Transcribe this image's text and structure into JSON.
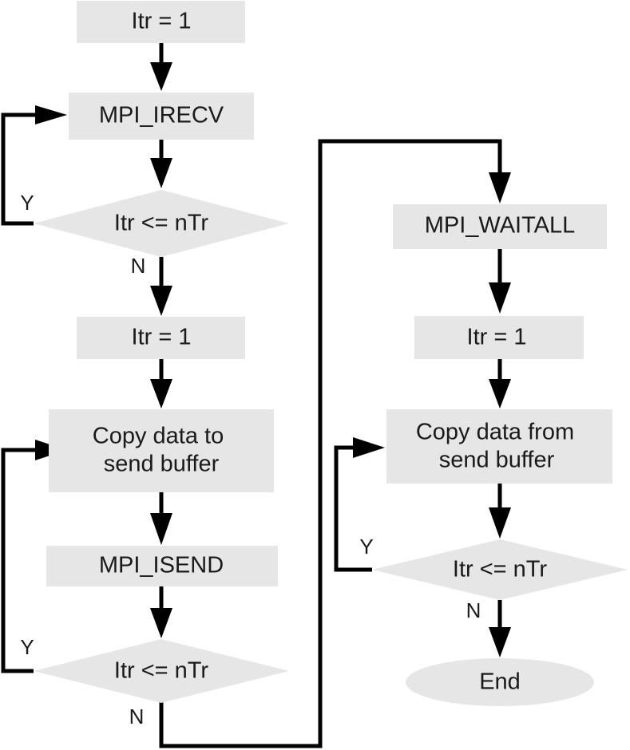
{
  "colors": {
    "node_fill": "#e6e6e6",
    "line": "#000000",
    "text": "#1a1a1a"
  },
  "left_column": {
    "init": "Itr = 1",
    "recv": "MPI_IRECV",
    "recv_check": "Itr <= nTr",
    "recv_yes": "Y",
    "recv_no": "N",
    "reset": "Itr = 1",
    "copy_to_line1": "Copy data to",
    "copy_to_line2": "send buffer",
    "send": "MPI_ISEND",
    "send_check": "Itr <= nTr",
    "send_yes": "Y",
    "send_no": "N"
  },
  "right_column": {
    "waitall": "MPI_WAITALL",
    "reset": "Itr = 1",
    "copy_from_line1": "Copy data from",
    "copy_from_line2": "send buffer",
    "check": "Itr <= nTr",
    "yes": "Y",
    "no": "N",
    "end": "End"
  }
}
